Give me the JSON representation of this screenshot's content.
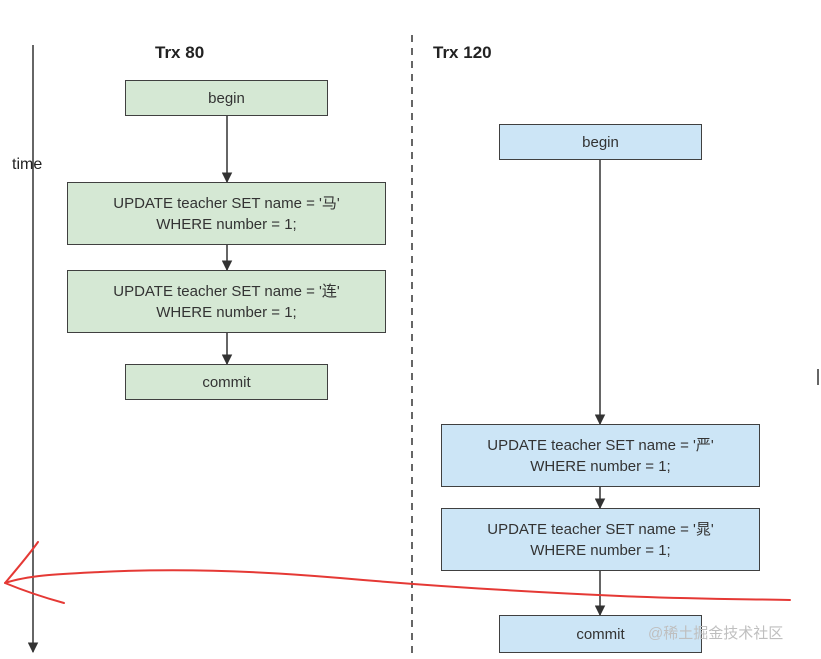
{
  "time_axis": {
    "label": "time"
  },
  "columns": [
    {
      "title": "Trx 80",
      "steps": [
        {
          "lines": [
            "begin"
          ]
        },
        {
          "lines": [
            "UPDATE teacher  SET name = '马'",
            "WHERE number = 1;"
          ]
        },
        {
          "lines": [
            "UPDATE teacher  SET name = '连'",
            "WHERE number = 1;"
          ]
        },
        {
          "lines": [
            "commit"
          ]
        }
      ]
    },
    {
      "title": "Trx 120",
      "steps": [
        {
          "lines": [
            "begin"
          ]
        },
        {
          "lines": [
            "UPDATE teacher  SET name = '严'",
            "WHERE number = 1;"
          ]
        },
        {
          "lines": [
            "UPDATE teacher  SET name = '晁'",
            "WHERE number = 1;"
          ]
        },
        {
          "lines": [
            "commit"
          ]
        }
      ]
    }
  ],
  "watermark": "@稀土掘金技术社区",
  "colors": {
    "trx80_fill": "#d5e8d4",
    "trx120_fill": "#cce5f6",
    "border": "#404040",
    "annotation": "#e53935"
  }
}
